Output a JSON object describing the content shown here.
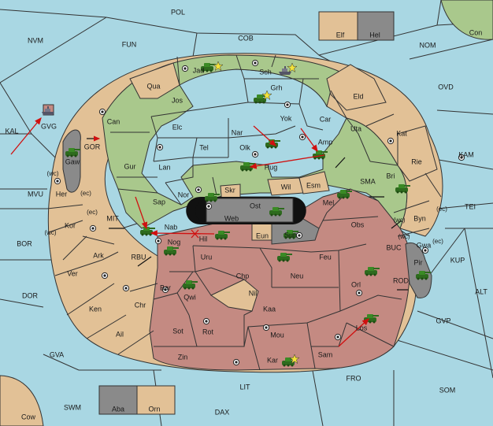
{
  "colors": {
    "sea": "#a9d7e3",
    "neutral": "#e2c196",
    "green_power": "#a9c88c",
    "red_power": "#c48a82",
    "impassable": "#8a8a8a",
    "order_arrow": "#d01010"
  },
  "sea_labels": [
    {
      "key": "POL",
      "text": "POL"
    },
    {
      "key": "NVM",
      "text": "NVM"
    },
    {
      "key": "FUN",
      "text": "FUN"
    },
    {
      "key": "COB",
      "text": "COB"
    },
    {
      "key": "NOM",
      "text": "NOM"
    },
    {
      "key": "OVD",
      "text": "OVD"
    },
    {
      "key": "KAL",
      "text": "KAL"
    },
    {
      "key": "KAM",
      "text": "KAM"
    },
    {
      "key": "MVU",
      "text": "MVU"
    },
    {
      "key": "SMA",
      "text": "SMA"
    },
    {
      "key": "TEI",
      "text": "TEI"
    },
    {
      "key": "BOR",
      "text": "BOR"
    },
    {
      "key": "MIT",
      "text": "MIT"
    },
    {
      "key": "RBU",
      "text": "RBU"
    },
    {
      "key": "BUC",
      "text": "BUC"
    },
    {
      "key": "KUP",
      "text": "KUP"
    },
    {
      "key": "DOR",
      "text": "DOR"
    },
    {
      "key": "ROD",
      "text": "ROD"
    },
    {
      "key": "ALT",
      "text": "ALT"
    },
    {
      "key": "GVP",
      "text": "GVP"
    },
    {
      "key": "GVA",
      "text": "GVA"
    },
    {
      "key": "FRO",
      "text": "FRO"
    },
    {
      "key": "SOM",
      "text": "SOM"
    },
    {
      "key": "LIT",
      "text": "LIT"
    },
    {
      "key": "SWM",
      "text": "SWM"
    },
    {
      "key": "DAX",
      "text": "DAX"
    },
    {
      "key": "GOR",
      "text": "GOR"
    }
  ],
  "land_labels": [
    {
      "key": "Jad",
      "text": "Jad"
    },
    {
      "key": "Sch",
      "text": "Sch"
    },
    {
      "key": "Qua",
      "text": "Qua"
    },
    {
      "key": "Jos",
      "text": "Jos"
    },
    {
      "key": "Grh",
      "text": "Grh"
    },
    {
      "key": "Eld",
      "text": "Eld"
    },
    {
      "key": "Can",
      "text": "Can"
    },
    {
      "key": "Yok",
      "text": "Yok"
    },
    {
      "key": "Car",
      "text": "Car"
    },
    {
      "key": "Uta",
      "text": "Uta"
    },
    {
      "key": "Kat",
      "text": "Kat"
    },
    {
      "key": "Elc",
      "text": "Elc"
    },
    {
      "key": "Nar",
      "text": "Nar"
    },
    {
      "key": "Olk",
      "text": "Olk"
    },
    {
      "key": "Amp",
      "text": "Amp"
    },
    {
      "key": "Tel",
      "text": "Tel"
    },
    {
      "key": "Gur",
      "text": "Gur"
    },
    {
      "key": "Lan",
      "text": "Lan"
    },
    {
      "key": "Hug",
      "text": "Hug"
    },
    {
      "key": "Rie",
      "text": "Rie"
    },
    {
      "key": "Wil",
      "text": "Wil"
    },
    {
      "key": "Esm",
      "text": "Esm"
    },
    {
      "key": "Bri",
      "text": "Bri"
    },
    {
      "key": "Nor",
      "text": "Nor"
    },
    {
      "key": "Skr",
      "text": "Skr"
    },
    {
      "key": "Ost",
      "text": "Ost"
    },
    {
      "key": "Web",
      "text": "Web"
    },
    {
      "key": "Mel",
      "text": "Mel"
    },
    {
      "key": "Sap",
      "text": "Sap"
    },
    {
      "key": "Obs",
      "text": "Obs"
    },
    {
      "key": "Nab",
      "text": "Nab"
    },
    {
      "key": "Hil",
      "text": "Hil"
    },
    {
      "key": "Eun",
      "text": "Eun"
    },
    {
      "key": "Sun",
      "text": "Sun"
    },
    {
      "key": "Byn",
      "text": "Byn"
    },
    {
      "key": "Gwa",
      "text": "Gwa"
    },
    {
      "key": "Gaw",
      "text": "Gaw"
    },
    {
      "key": "Her",
      "text": "Her"
    },
    {
      "key": "Kor",
      "text": "Kor"
    },
    {
      "key": "Ark",
      "text": "Ark"
    },
    {
      "key": "Ver",
      "text": "Ver"
    },
    {
      "key": "Nog",
      "text": "Nog"
    },
    {
      "key": "Uru",
      "text": "Uru"
    },
    {
      "key": "Feu",
      "text": "Feu"
    },
    {
      "key": "Pir",
      "text": "Pir"
    },
    {
      "key": "Chp",
      "text": "Chp"
    },
    {
      "key": "Neu",
      "text": "Neu"
    },
    {
      "key": "Orl",
      "text": "Orl"
    },
    {
      "key": "Bar",
      "text": "Bar"
    },
    {
      "key": "Qwi",
      "text": "Qwi"
    },
    {
      "key": "Nil",
      "text": "Nil"
    },
    {
      "key": "Ken",
      "text": "Ken"
    },
    {
      "key": "Chr",
      "text": "Chr"
    },
    {
      "key": "Kaa",
      "text": "Kaa"
    },
    {
      "key": "Ail",
      "text": "Ail"
    },
    {
      "key": "Sot",
      "text": "Sot"
    },
    {
      "key": "Rot",
      "text": "Rot"
    },
    {
      "key": "Mou",
      "text": "Mou"
    },
    {
      "key": "Los",
      "text": "Los"
    },
    {
      "key": "Zin",
      "text": "Zin"
    },
    {
      "key": "Kar",
      "text": "Kar"
    },
    {
      "key": "Sam",
      "text": "Sam"
    },
    {
      "key": "GVG",
      "text": "GVG"
    }
  ],
  "coast_labels": [
    {
      "key": "wc1",
      "text": "(wc)"
    },
    {
      "key": "ec1",
      "text": "(ec)"
    },
    {
      "key": "ec2",
      "text": "(ec)"
    },
    {
      "key": "wc2",
      "text": "(wc)"
    },
    {
      "key": "wc3",
      "text": "(wc)"
    },
    {
      "key": "ec3",
      "text": "(ec)"
    },
    {
      "key": "wc4",
      "text": "(wc)"
    },
    {
      "key": "ec4",
      "text": "(ec)"
    }
  ],
  "legend_boxes": [
    {
      "key": "Elf",
      "text": "Elf"
    },
    {
      "key": "Hel",
      "text": "Hel"
    },
    {
      "key": "Con",
      "text": "Con"
    },
    {
      "key": "Aba",
      "text": "Aba"
    },
    {
      "key": "Orn",
      "text": "Orn"
    },
    {
      "key": "Cow",
      "text": "Cow"
    }
  ],
  "icons": {
    "army": "tank-icon",
    "fleet": "ship-icon",
    "supply_center": "supply-center-icon",
    "dislodged": "star-icon"
  }
}
